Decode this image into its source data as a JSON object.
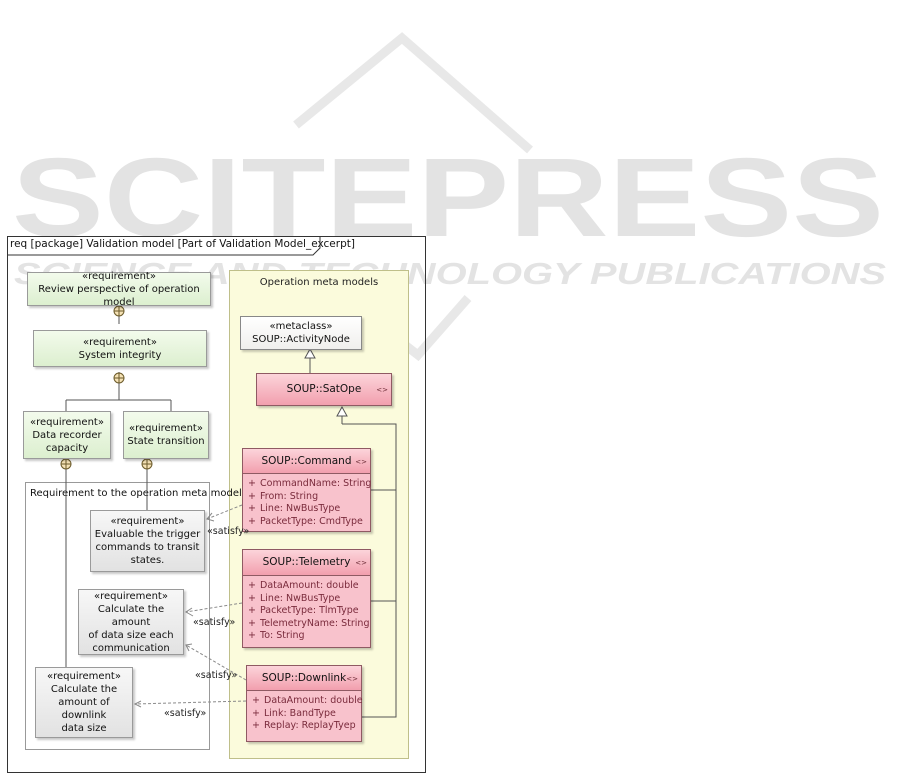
{
  "frame": {
    "title": "req [package] Validation model [Part of Validation Model_excerpt]"
  },
  "watermark": {
    "brand": "SCITEPRESS",
    "tagline": "SCIENCE AND TECHNOLOGY PUBLICATIONS"
  },
  "requirements": {
    "review": {
      "stereotype": "«requirement»",
      "name": "Review perspective of operation model"
    },
    "system": {
      "stereotype": "«requirement»",
      "name": "System integrity"
    },
    "data_recorder": {
      "stereotype": "«requirement»",
      "line1": "Data recorder",
      "line2": "capacity"
    },
    "state_transition": {
      "stereotype": "«requirement»",
      "name": "State transition"
    },
    "trigger": {
      "stereotype": "«requirement»",
      "line1": "Evaluable the trigger",
      "line2": "commands to transit",
      "line3": "states."
    },
    "amount": {
      "stereotype": "«requirement»",
      "line1": "Calculate the amount",
      "line2": "of data size each",
      "line3": "communication"
    },
    "downlink_size": {
      "stereotype": "«requirement»",
      "line1": "Calculate the",
      "line2": "amount of downlink",
      "line3": "data size"
    }
  },
  "group": {
    "title": "Requirement to the operation meta models"
  },
  "meta_package": {
    "title": "Operation meta models"
  },
  "metaclass": {
    "stereotype": "«metaclass»",
    "name": "SOUP::ActivityNode"
  },
  "classes": {
    "satope": {
      "name": "SOUP::SatOpe",
      "symbol": "<>"
    },
    "command": {
      "name": "SOUP::Command",
      "symbol": "<>",
      "attrs": [
        {
          "vis": "+",
          "text": "CommandName: String"
        },
        {
          "vis": "+",
          "text": "From: String"
        },
        {
          "vis": "+",
          "text": "Line: NwBusType"
        },
        {
          "vis": "+",
          "text": "PacketType: CmdType"
        }
      ]
    },
    "telemetry": {
      "name": "SOUP::Telemetry",
      "symbol": "<>",
      "attrs": [
        {
          "vis": "+",
          "text": "DataAmount: double"
        },
        {
          "vis": "+",
          "text": "Line: NwBusType"
        },
        {
          "vis": "+",
          "text": "PacketType: TlmType"
        },
        {
          "vis": "+",
          "text": "TelemetryName: String"
        },
        {
          "vis": "+",
          "text": "To: String"
        }
      ]
    },
    "downlink": {
      "name": "SOUP::Downlink",
      "symbol": "<>",
      "attrs": [
        {
          "vis": "+",
          "text": "DataAmount: double"
        },
        {
          "vis": "+",
          "text": "Link: BandType"
        },
        {
          "vis": "+",
          "text": "Replay: ReplayTyep"
        }
      ]
    }
  },
  "relations": {
    "satisfy": "«satisfy»"
  },
  "colors": {
    "requirement": "#dcefcf",
    "class": "#f8c2cc",
    "package": "#fbfbdc",
    "watermark": "#e2e2e2"
  }
}
